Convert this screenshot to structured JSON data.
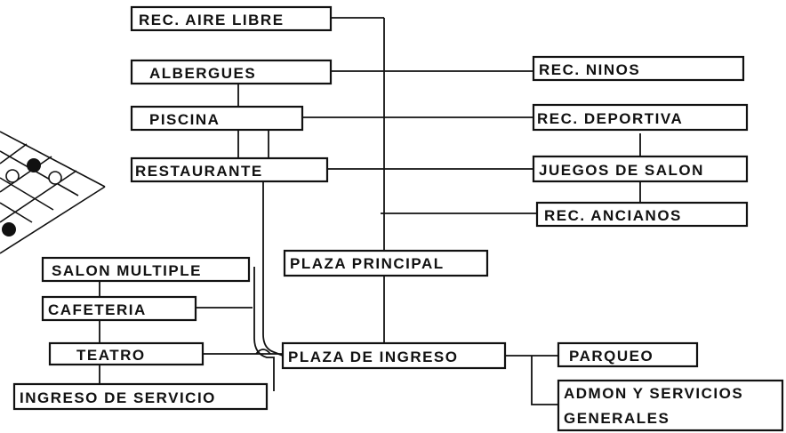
{
  "boxes": {
    "rec_aire_libre": "REC. AIRE LIBRE",
    "albergues": "ALBERGUES",
    "piscina": "PISCINA",
    "restaurante": "RESTAURANTE",
    "rec_ninos": "REC. NINOS",
    "rec_deportiva": "REC. DEPORTIVA",
    "juegos_de_salon": "JUEGOS DE SALON",
    "rec_ancianos": "REC. ANCIANOS",
    "plaza_principal": "PLAZA PRINCIPAL",
    "salon_multiple": "SALON MULTIPLE",
    "cafeteria": "CAFETERIA",
    "teatro": "TEATRO",
    "ingreso_de_servicio": "INGRESO DE SERVICIO",
    "plaza_de_ingreso": "PLAZA DE INGRESO",
    "parqueo": "PARQUEO",
    "admon_line1": "ADMON Y SERVICIOS",
    "admon_line2": "GENERALES"
  }
}
